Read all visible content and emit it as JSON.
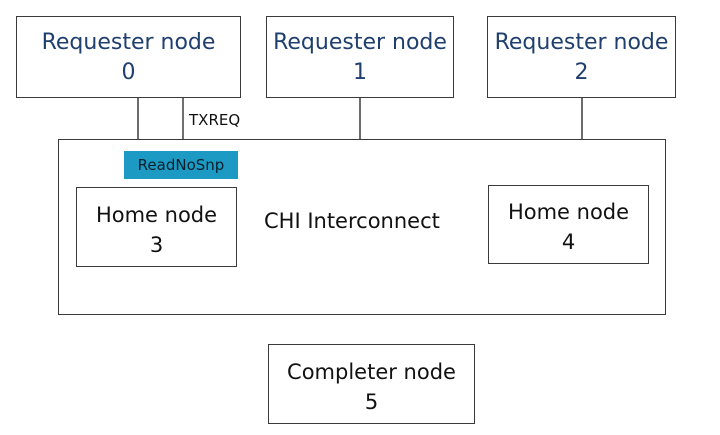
{
  "requesters": [
    {
      "name": "Requester node",
      "id": "0"
    },
    {
      "name": "Requester node",
      "id": "1"
    },
    {
      "name": "Requester node",
      "id": "2"
    }
  ],
  "interconnect": {
    "label": "CHI Interconnect"
  },
  "homes": [
    {
      "name": "Home node",
      "id": "3"
    },
    {
      "name": "Home node",
      "id": "4"
    }
  ],
  "completer": {
    "name": "Completer node",
    "id": "5"
  },
  "signal": {
    "channel": "TXREQ",
    "message": "ReadNoSnp"
  },
  "colors": {
    "message_bg": "#1d9ac4",
    "requester_text": "#1f3f6e",
    "border": "#3a3a3a"
  }
}
